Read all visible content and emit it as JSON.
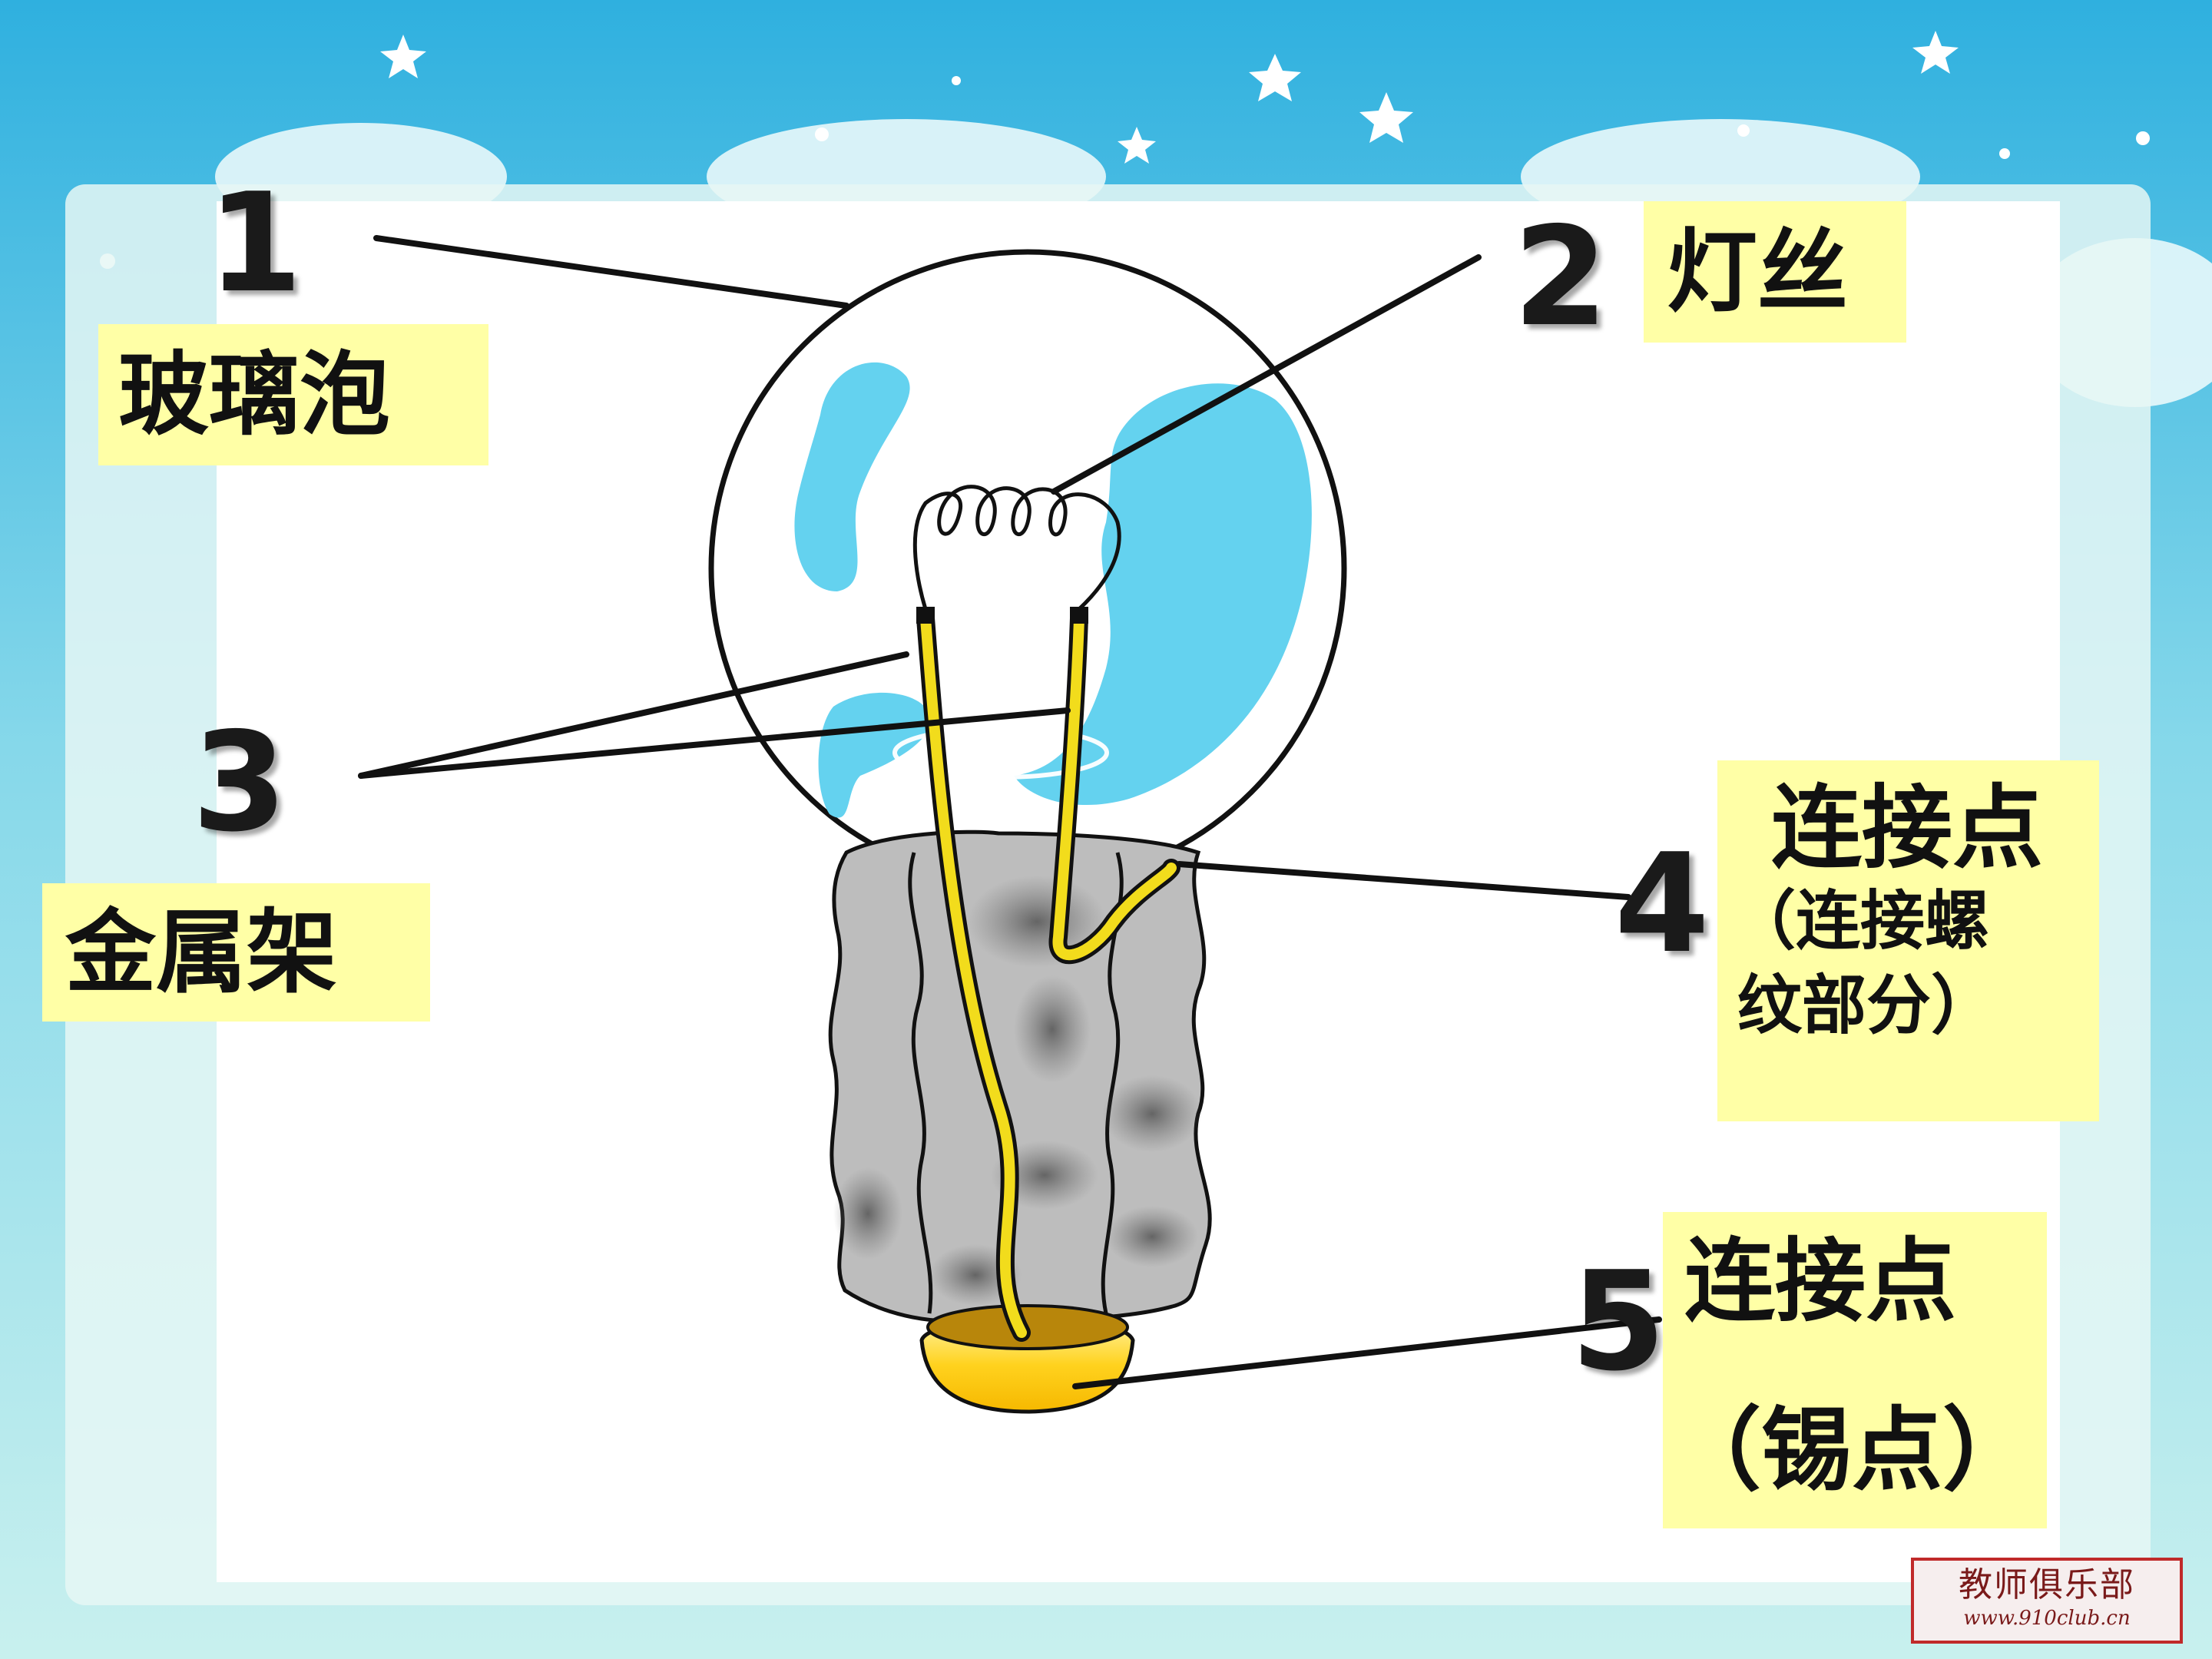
{
  "colors": {
    "label_bg": "#ffffa6",
    "sky_top": "#2fb0df",
    "sky_bottom": "#c8f0ee",
    "board": "#ffffff",
    "bulb_blue": "#64d2ef",
    "wire_yellow": "#f2dc1c",
    "base_gray": "#bdbdbd",
    "solder": "#ffd21e"
  },
  "callouts": {
    "c1": {
      "number": "1",
      "label": "玻璃泡"
    },
    "c2": {
      "number": "2",
      "label": "灯丝"
    },
    "c3": {
      "number": "3",
      "label": "金属架"
    },
    "c4": {
      "number": "4",
      "label": "连接点",
      "note_line1": "（连接螺",
      "note_line2": "纹部分）"
    },
    "c5": {
      "number": "5",
      "label": "连接点",
      "note": "（锡点）"
    }
  },
  "watermark": {
    "line1": "教师俱乐部",
    "line2": "www.910club.cn"
  }
}
